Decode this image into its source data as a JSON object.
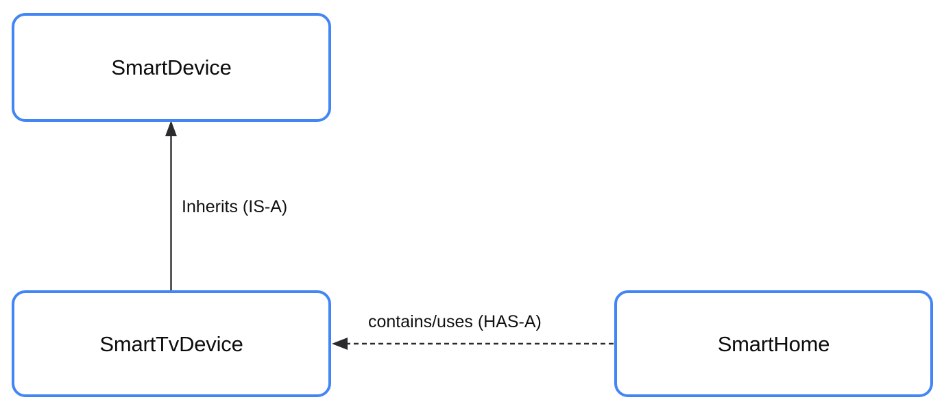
{
  "diagram": {
    "type": "class-relationship-diagram",
    "background_color": "#ffffff",
    "node_border_color": "#4285f4",
    "node_fill_color": "#ffffff",
    "node_text_color": "#0d0d0d",
    "edge_color": "#2b2b2e",
    "nodes": [
      {
        "id": "smartdevice",
        "label": "SmartDevice"
      },
      {
        "id": "smarttvdevice",
        "label": "SmartTvDevice"
      },
      {
        "id": "smarthome",
        "label": "SmartHome"
      }
    ],
    "edges": [
      {
        "id": "inherits",
        "label": "Inherits (IS-A)",
        "from": "SmartTvDevice",
        "to": "SmartDevice",
        "style": "solid",
        "arrowhead": "filled-triangle",
        "direction": "up"
      },
      {
        "id": "contains",
        "label": "contains/uses (HAS-A)",
        "from": "SmartHome",
        "to": "SmartTvDevice",
        "style": "dashed",
        "arrowhead": "filled-triangle",
        "direction": "left"
      }
    ]
  }
}
